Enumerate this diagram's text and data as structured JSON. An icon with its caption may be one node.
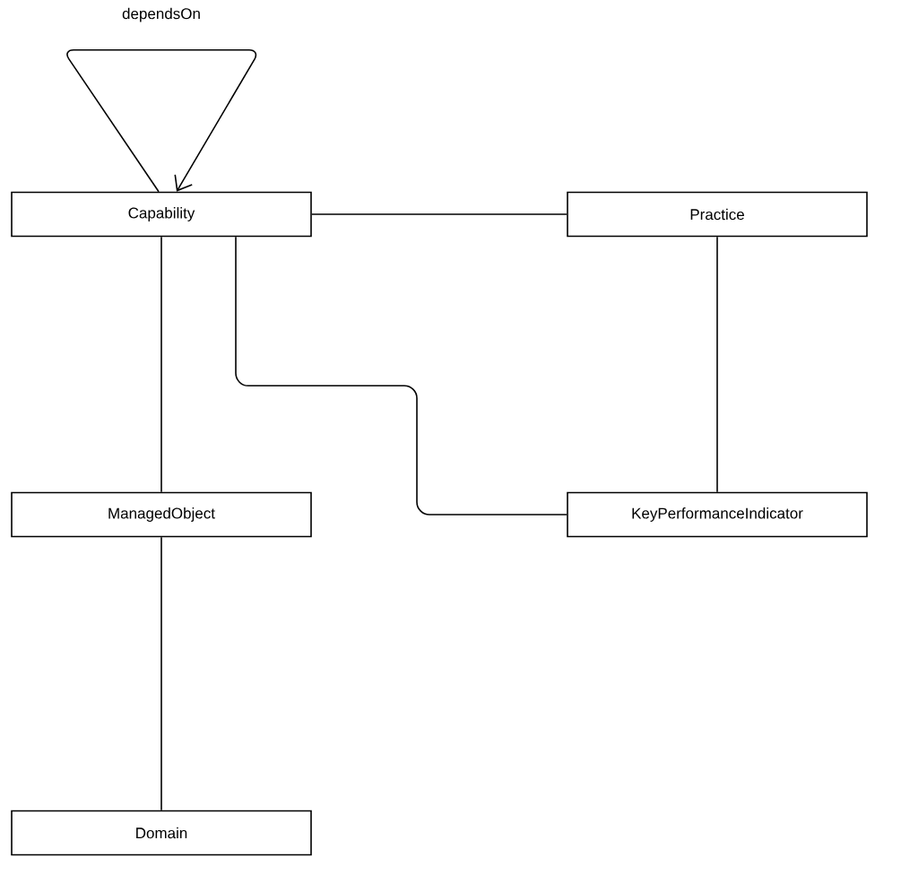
{
  "diagram": {
    "nodes": [
      {
        "text": [
          "Capability"
        ]
      },
      {
        "text": [
          "Practice"
        ]
      },
      {
        "text": [
          "ManagedObject"
        ]
      },
      {
        "text": [
          "KeyPerformanceIndicator"
        ]
      },
      {
        "text": [
          "Domain"
        ]
      }
    ],
    "edges": [
      {
        "from": 0,
        "to": 0,
        "arrow": "to",
        "label": "dependsOn"
      },
      {
        "from": 0,
        "to": 1,
        "arrow": "none"
      },
      {
        "from": 0,
        "to": 2,
        "arrow": "none"
      },
      {
        "from": 0,
        "to": 3,
        "arrow": "none"
      },
      {
        "from": 1,
        "to": 3,
        "arrow": "none"
      },
      {
        "from": 2,
        "to": 4,
        "arrow": "none"
      }
    ]
  }
}
